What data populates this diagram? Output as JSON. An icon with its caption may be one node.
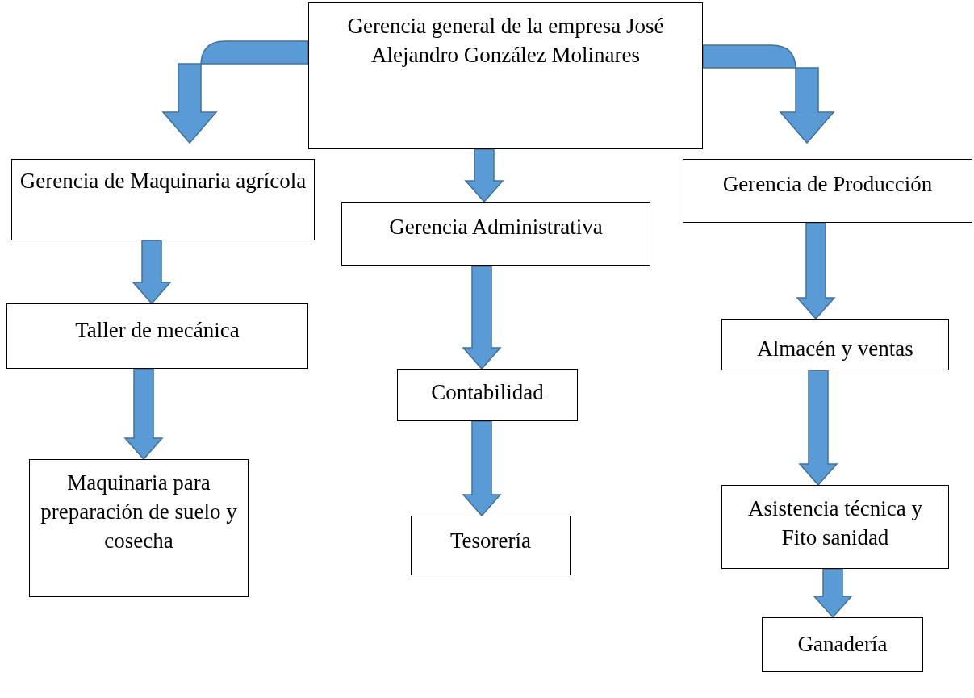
{
  "diagram": {
    "nodes": [
      {
        "text": [
          "Gerencia general de la empresa José Alejandro González Molinares"
        ]
      },
      {
        "text": [
          "Gerencia de Maquinaria agrícola"
        ]
      },
      {
        "text": [
          "Gerencia Administrativa"
        ]
      },
      {
        "text": [
          "Gerencia de Producción"
        ]
      },
      {
        "text": [
          "Taller de mecánica"
        ]
      },
      {
        "text": [
          "Contabilidad"
        ]
      },
      {
        "text": [
          "Almacén y ventas"
        ]
      },
      {
        "text": [
          "Maquinaria para preparación de suelo y cosecha"
        ]
      },
      {
        "text": [
          "Tesorería"
        ]
      },
      {
        "text": [
          "Asistencia técnica y Fito sanidad"
        ]
      },
      {
        "text": [
          "Ganadería"
        ]
      }
    ],
    "edges": [
      {
        "from": 0,
        "to": 1,
        "arrow": "to"
      },
      {
        "from": 0,
        "to": 2,
        "arrow": "to"
      },
      {
        "from": 0,
        "to": 3,
        "arrow": "to"
      },
      {
        "from": 1,
        "to": 4,
        "arrow": "to"
      },
      {
        "from": 4,
        "to": 7,
        "arrow": "to"
      },
      {
        "from": 2,
        "to": 5,
        "arrow": "to"
      },
      {
        "from": 5,
        "to": 8,
        "arrow": "to"
      },
      {
        "from": 3,
        "to": 6,
        "arrow": "to"
      },
      {
        "from": 6,
        "to": 9,
        "arrow": "to"
      },
      {
        "from": 9,
        "to": 10,
        "arrow": "to"
      }
    ]
  }
}
